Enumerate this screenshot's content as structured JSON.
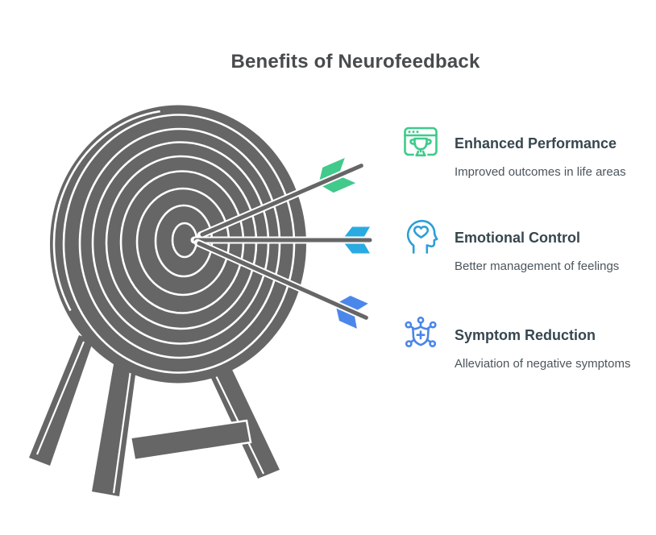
{
  "title": "Benefits of Neurofeedback",
  "benefits": [
    {
      "title": "Enhanced Performance",
      "description": "Improved outcomes in life areas",
      "icon": "browser-trophy",
      "icon_color": "#3dcb8a"
    },
    {
      "title": "Emotional Control",
      "description": "Better management of feelings",
      "icon": "head-heart",
      "icon_color": "#2d9fd8"
    },
    {
      "title": "Symptom Reduction",
      "description": "Alleviation of negative symptoms",
      "icon": "network-shield",
      "icon_color": "#4a86e8"
    }
  ],
  "illustration": {
    "name": "dartboard target on wooden stand pierced by three arrows",
    "target_color": "#666666",
    "ring_color": "#ffffff",
    "shaft_color": "#666666",
    "arrows": [
      {
        "name": "top-arrow",
        "fletching_color": "#42c98c"
      },
      {
        "name": "middle-arrow",
        "fletching_color": "#29abe2"
      },
      {
        "name": "bottom-arrow",
        "fletching_color": "#4b87ea"
      }
    ]
  },
  "text_colors": {
    "title": "#484b4d",
    "benefit_title": "#37474f",
    "benefit_description": "#4c555c"
  }
}
